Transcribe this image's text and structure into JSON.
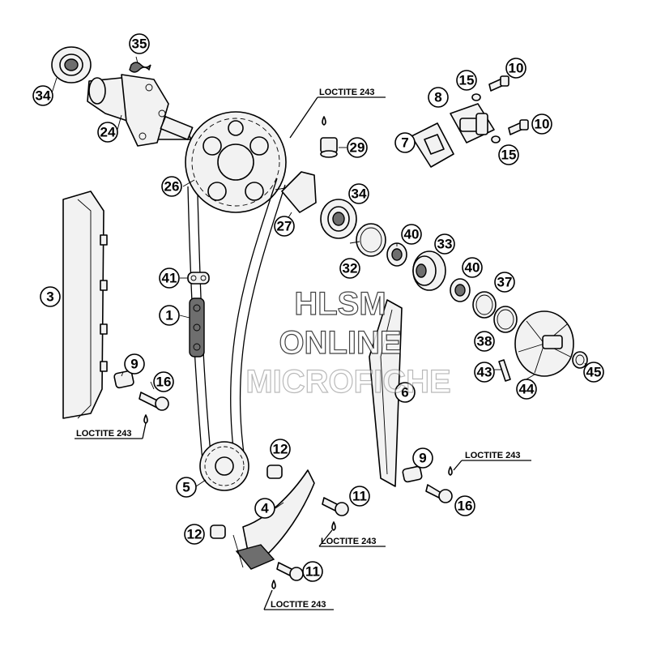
{
  "watermark": {
    "line1": "HLSM",
    "line2": "ONLINE",
    "line3": "MICROFICHE"
  },
  "notes": {
    "loctite": "LOCTITE 243"
  },
  "callouts": [
    "1",
    "3",
    "4",
    "5",
    "6",
    "7",
    "8",
    "9",
    "10",
    "11",
    "12",
    "15",
    "16",
    "24",
    "26",
    "27",
    "29",
    "32",
    "33",
    "34",
    "35",
    "37",
    "38",
    "40",
    "41",
    "43",
    "44",
    "45"
  ]
}
